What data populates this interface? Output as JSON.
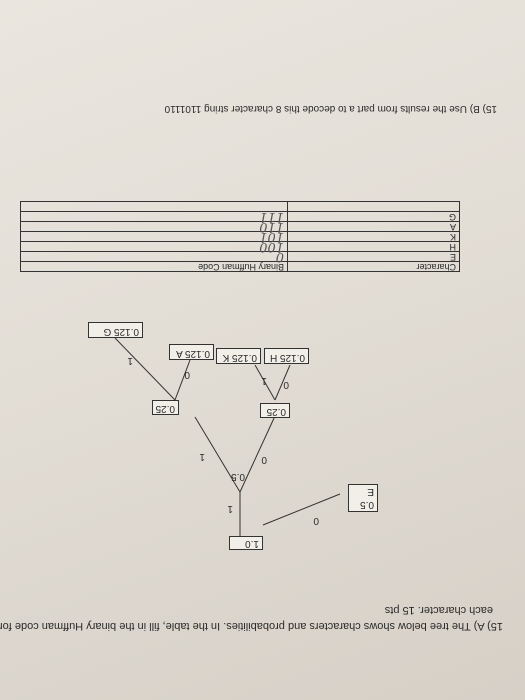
{
  "question_a": {
    "line1": "15) A) The tree below shows characters and probabilities. In the table, fill in the binary Huffman code for",
    "line2": "each character.   15 pts"
  },
  "tree": {
    "root": "1.0",
    "node_e": [
      "0.5",
      "E"
    ],
    "node_half": "0.5",
    "node_left_quarter": "0.25",
    "node_right_quarter": "0.25",
    "leaf_h": "0.125 H",
    "leaf_k": "0.125 K",
    "leaf_a": "0.125 A",
    "leaf_g": "0.125  G",
    "edge_labels": [
      "0",
      "1",
      "0",
      "1",
      "0",
      "1",
      "0",
      "1"
    ]
  },
  "table": {
    "headers": [
      "Character",
      "Binary Huffman Code"
    ],
    "rows": [
      {
        "char": "E",
        "code": "0"
      },
      {
        "char": "H",
        "code": "100"
      },
      {
        "char": "K",
        "code": "101"
      },
      {
        "char": "A",
        "code": "110"
      },
      {
        "char": "G",
        "code": "111"
      },
      {
        "char": "",
        "code": ""
      }
    ]
  },
  "question_b": {
    "text": "15) B) Use the results from part a to decode this 8 character string  1101110"
  }
}
